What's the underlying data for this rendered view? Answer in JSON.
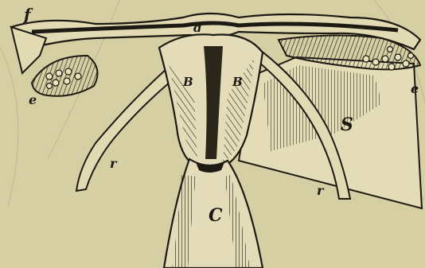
{
  "figure": {
    "labels": {
      "f": "f",
      "d": "d",
      "B_left": "B",
      "B_right": "B",
      "e_left": "e",
      "e_right": "e",
      "S": "S",
      "r_left": "r",
      "r_right": "r",
      "C": "C"
    }
  }
}
